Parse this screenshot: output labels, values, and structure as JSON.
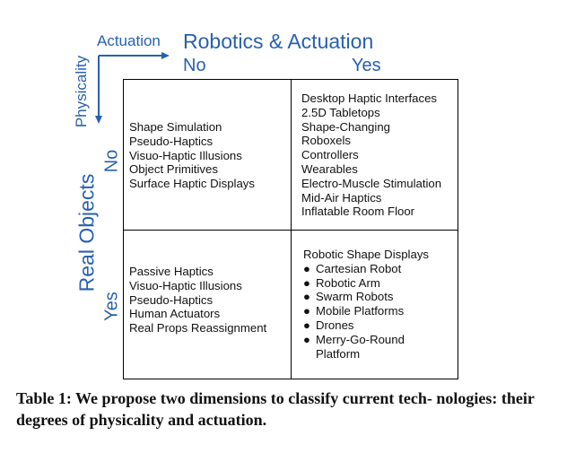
{
  "axes": {
    "horizontal_small": "Actuation",
    "horizontal_title": "Robotics & Actuation",
    "horizontal_no": "No",
    "horizontal_yes": "Yes",
    "vertical_small": "Physicality",
    "vertical_title": "Real Objects",
    "vertical_no": "No",
    "vertical_yes": "Yes"
  },
  "cells": {
    "no_no": [
      "Shape Simulation",
      "Pseudo-Haptics",
      "Visuo-Haptic Illusions",
      "Object Primitives",
      "Surface Haptic Displays"
    ],
    "no_yes": [
      "Desktop Haptic Interfaces",
      "2.5D Tabletops",
      "Shape-Changing",
      "Roboxels",
      "Controllers",
      "Wearables",
      "Electro-Muscle Stimulation",
      "Mid-Air Haptics",
      "Inflatable Room Floor"
    ],
    "yes_no": [
      "Passive Haptics",
      "Visuo-Haptic Illusions",
      "Pseudo-Haptics",
      "Human Actuators",
      "Real Props Reassignment"
    ],
    "yes_yes_heading": "Robotic Shape Displays",
    "yes_yes_bullets": [
      "Cartesian Robot",
      "Robotic Arm",
      "Swarm Robots",
      "Mobile Platforms",
      "Drones"
    ],
    "yes_yes_last_bullet": "Merry-Go-Round",
    "yes_yes_last_bullet_cont": "Platform",
    "bullet_glyph": "●"
  },
  "caption": "Table 1: We propose two dimensions to classify current tech- nologies: their degrees of physicality and actuation.",
  "colors": {
    "axis": "#2860b0",
    "text": "#111111"
  }
}
